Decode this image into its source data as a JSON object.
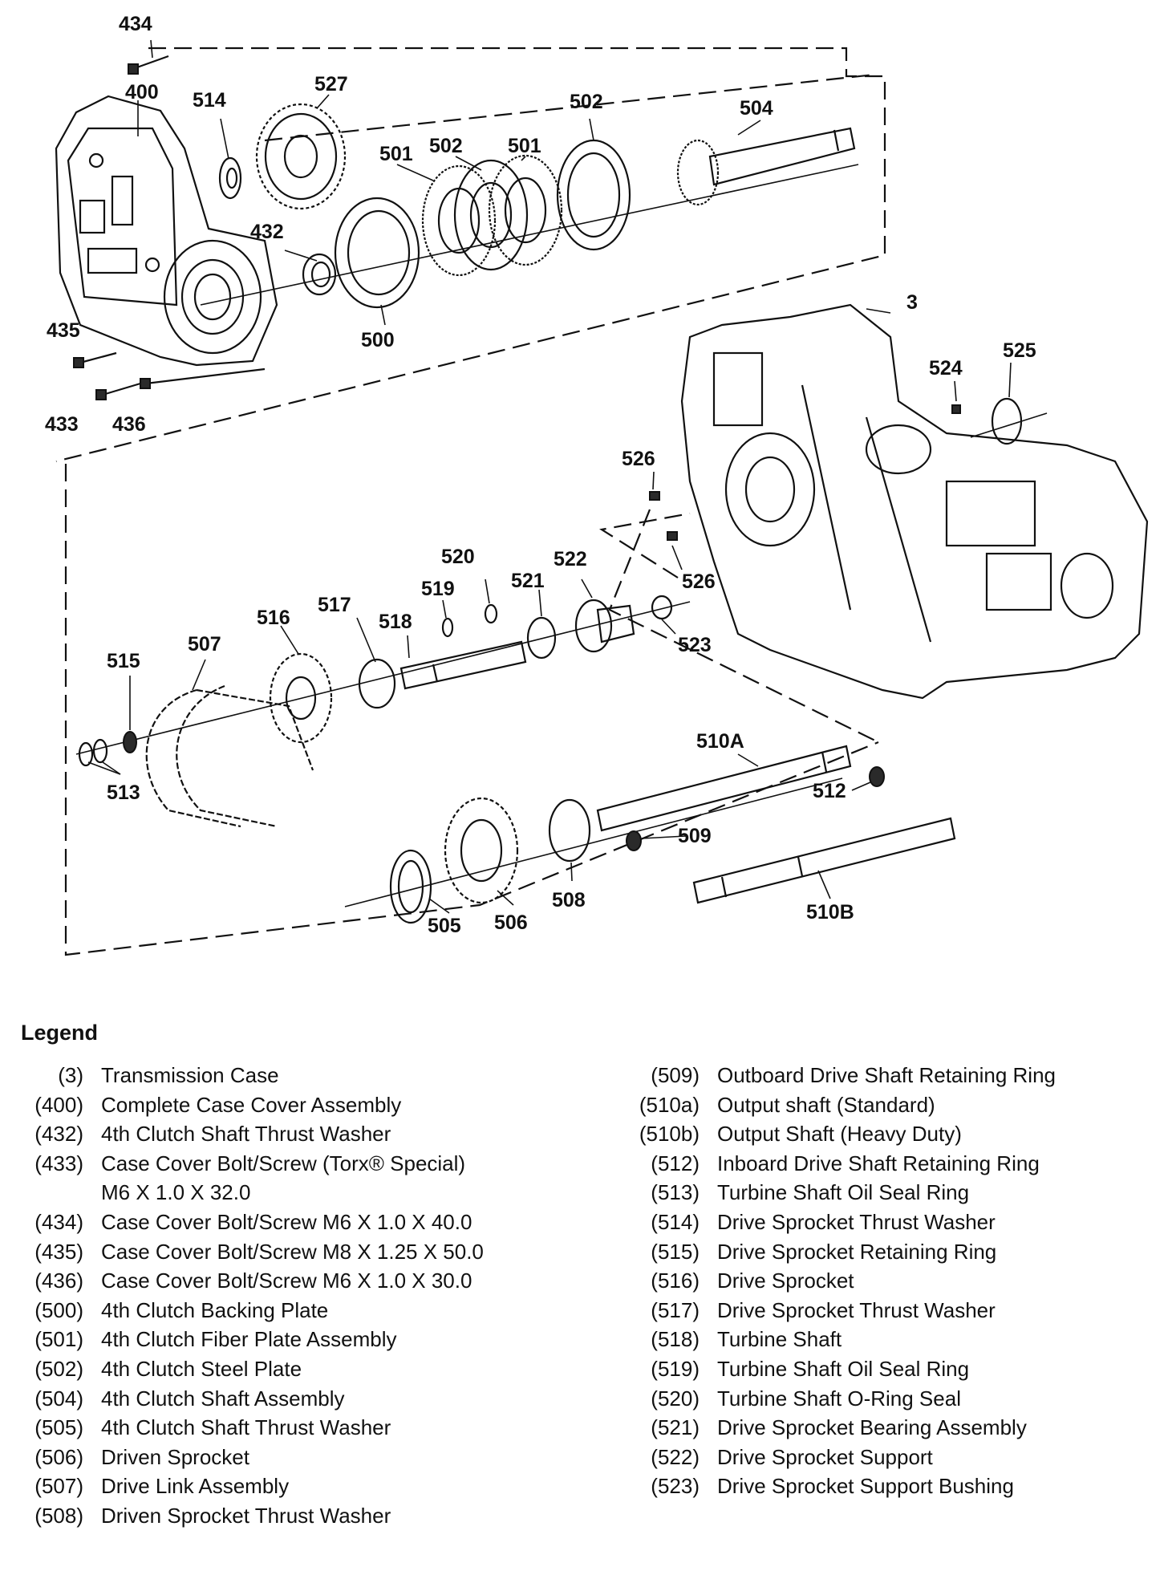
{
  "callouts": {
    "c434": "434",
    "c400": "400",
    "c514": "514",
    "c527": "527",
    "c501a": "501",
    "c502a": "502",
    "c501b": "501",
    "c502b": "502",
    "c504": "504",
    "c432": "432",
    "c500": "500",
    "c435": "435",
    "c433": "433",
    "c436": "436",
    "c3": "3",
    "c524": "524",
    "c525": "525",
    "c526a": "526",
    "c526b": "526",
    "c520": "520",
    "c522": "522",
    "c519": "519",
    "c521": "521",
    "c517": "517",
    "c516": "516",
    "c518": "518",
    "c507": "507",
    "c515": "515",
    "c523": "523",
    "c513": "513",
    "c510A": "510A",
    "c512": "512",
    "c509": "509",
    "c508": "508",
    "c505": "505",
    "c506": "506",
    "c510B": "510B"
  },
  "legend": {
    "title": "Legend",
    "left": [
      {
        "code": "(3)",
        "desc": "Transmission Case"
      },
      {
        "code": "(400)",
        "desc": "Complete Case Cover Assembly"
      },
      {
        "code": "(432)",
        "desc": "4th Clutch Shaft Thrust Washer"
      },
      {
        "code": "(433)",
        "desc": "Case Cover Bolt/Screw (Torx® Special)\nM6 X 1.0 X 32.0"
      },
      {
        "code": "(434)",
        "desc": "Case Cover Bolt/Screw M6 X 1.0 X 40.0"
      },
      {
        "code": "(435)",
        "desc": "Case Cover Bolt/Screw M8 X 1.25 X 50.0"
      },
      {
        "code": "(436)",
        "desc": "Case Cover Bolt/Screw M6 X 1.0 X 30.0"
      },
      {
        "code": "(500)",
        "desc": "4th Clutch Backing Plate"
      },
      {
        "code": "(501)",
        "desc": "4th Clutch Fiber Plate Assembly"
      },
      {
        "code": "(502)",
        "desc": "4th Clutch Steel Plate"
      },
      {
        "code": "(504)",
        "desc": "4th Clutch Shaft Assembly"
      },
      {
        "code": "(505)",
        "desc": "4th Clutch Shaft Thrust Washer"
      },
      {
        "code": "(506)",
        "desc": "Driven Sprocket"
      },
      {
        "code": "(507)",
        "desc": "Drive Link Assembly"
      },
      {
        "code": "(508)",
        "desc": "Driven Sprocket Thrust Washer"
      }
    ],
    "right": [
      {
        "code": "(509)",
        "desc": "Outboard Drive Shaft Retaining Ring"
      },
      {
        "code": "(510a)",
        "desc": "Output shaft (Standard)"
      },
      {
        "code": "(510b)",
        "desc": "Output Shaft (Heavy Duty)"
      },
      {
        "code": "(512)",
        "desc": "Inboard Drive Shaft Retaining Ring"
      },
      {
        "code": "(513)",
        "desc": "Turbine Shaft Oil Seal Ring"
      },
      {
        "code": "(514)",
        "desc": "Drive Sprocket Thrust Washer"
      },
      {
        "code": "(515)",
        "desc": "Drive Sprocket Retaining Ring"
      },
      {
        "code": "(516)",
        "desc": "Drive Sprocket"
      },
      {
        "code": "(517)",
        "desc": "Drive Sprocket Thrust Washer"
      },
      {
        "code": "(518)",
        "desc": "Turbine Shaft"
      },
      {
        "code": "(519)",
        "desc": "Turbine Shaft Oil Seal Ring"
      },
      {
        "code": "(520)",
        "desc": "Turbine Shaft O-Ring Seal"
      },
      {
        "code": "(521)",
        "desc": "Drive Sprocket Bearing Assembly"
      },
      {
        "code": "(522)",
        "desc": "Drive Sprocket Support"
      },
      {
        "code": "(523)",
        "desc": "Drive Sprocket Support Bushing"
      }
    ]
  }
}
